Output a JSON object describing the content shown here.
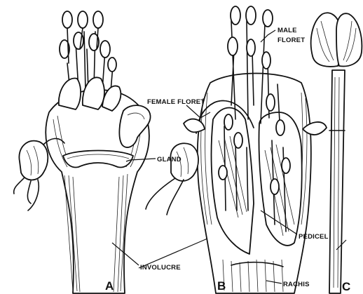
{
  "labels": {
    "male_floret": [
      "MALE",
      "FLORET"
    ],
    "female_floret": "FEMALE FLORET",
    "gland": "GLAND",
    "involucre": "INVOLUCRE",
    "pedicel": "PEDICEL",
    "rachis": "RACHIS"
  },
  "panels": [
    "A",
    "B",
    "C"
  ]
}
